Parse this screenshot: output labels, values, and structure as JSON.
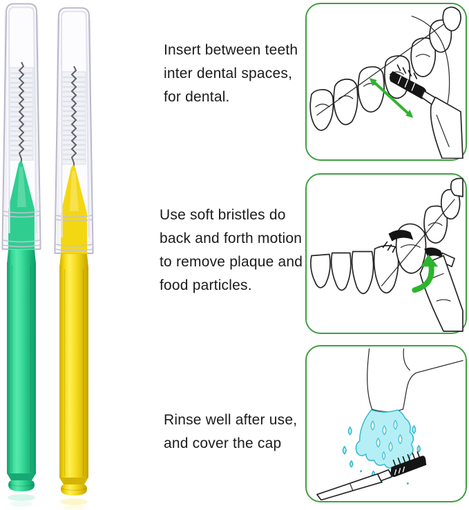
{
  "title": "interdental-brush-usage-instructions",
  "products": [
    {
      "id": "green-brush",
      "kind": "interdental brush with clear cap",
      "color": "#2fce90"
    },
    {
      "id": "yellow-brush",
      "kind": "interdental brush with clear cap",
      "color": "#f4d713"
    }
  ],
  "steps": [
    {
      "lines": [
        "Insert between teeth",
        "inter dental spaces,",
        "for dental."
      ],
      "illustration": "brush-inserted-between-teeth-with-double-arrow"
    },
    {
      "lines": [
        "Use soft bristles do",
        "back and forth motion",
        "to remove plaque and",
        "food particles."
      ],
      "illustration": "brush-cleaning-tooth-with-curved-arrow"
    },
    {
      "lines": [
        "Rinse well after use,",
        "and cover the cap"
      ],
      "illustration": "brush-rinsed-under-running-faucet"
    }
  ],
  "colors": {
    "panel_border": "#3f9f3f",
    "arrow": "#2db42d",
    "water": "#b5eff5",
    "water_stroke": "#2fb9cf",
    "line": "#242424",
    "text": "#1b1b1b",
    "green_handle": "#2fce90",
    "yellow_handle": "#f4d713",
    "background": "#ffffff"
  }
}
